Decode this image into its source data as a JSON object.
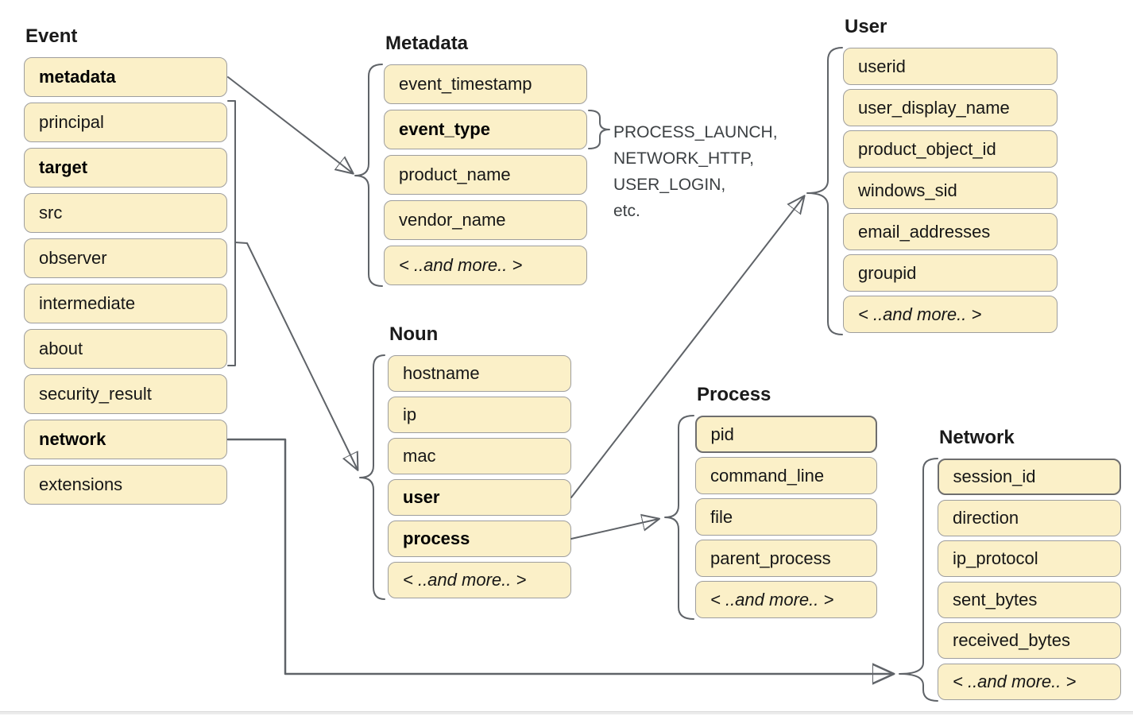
{
  "groups": {
    "event": {
      "title": "Event",
      "items": [
        {
          "label": "metadata",
          "bold": true
        },
        {
          "label": "principal"
        },
        {
          "label": "target",
          "bold": true
        },
        {
          "label": "src"
        },
        {
          "label": "observer"
        },
        {
          "label": "intermediate"
        },
        {
          "label": "about"
        },
        {
          "label": "security_result"
        },
        {
          "label": "network",
          "bold": true
        },
        {
          "label": "extensions"
        }
      ]
    },
    "metadata": {
      "title": "Metadata",
      "items": [
        {
          "label": "event_timestamp"
        },
        {
          "label": "event_type",
          "bold": true
        },
        {
          "label": "product_name"
        },
        {
          "label": "vendor_name"
        },
        {
          "label": "< ..and more.. >",
          "italic": true
        }
      ]
    },
    "noun": {
      "title": "Noun",
      "items": [
        {
          "label": "hostname"
        },
        {
          "label": "ip"
        },
        {
          "label": "mac"
        },
        {
          "label": "user",
          "bold": true
        },
        {
          "label": "process",
          "bold": true
        },
        {
          "label": "< ..and more.. >",
          "italic": true
        }
      ]
    },
    "user": {
      "title": "User",
      "items": [
        {
          "label": "userid"
        },
        {
          "label": "user_display_name"
        },
        {
          "label": "product_object_id"
        },
        {
          "label": "windows_sid"
        },
        {
          "label": "email_addresses"
        },
        {
          "label": "groupid"
        },
        {
          "label": "< ..and more.. >",
          "italic": true
        }
      ]
    },
    "process": {
      "title": "Process",
      "items": [
        {
          "label": "pid",
          "strong": true
        },
        {
          "label": "command_line"
        },
        {
          "label": "file"
        },
        {
          "label": "parent_process"
        },
        {
          "label": "< ..and more.. >",
          "italic": true
        }
      ]
    },
    "network": {
      "title": "Network",
      "items": [
        {
          "label": "session_id",
          "strong": true
        },
        {
          "label": "direction"
        },
        {
          "label": "ip_protocol"
        },
        {
          "label": "sent_bytes"
        },
        {
          "label": "received_bytes"
        },
        {
          "label": "< ..and more.. >",
          "italic": true
        }
      ]
    }
  },
  "annotation": {
    "lines": [
      "PROCESS_LAUNCH,",
      "NETWORK_HTTP,",
      "USER_LOGIN,",
      "etc."
    ]
  },
  "colors": {
    "box_fill": "#fbf0c8",
    "box_border": "#9e9e9e",
    "connector": "#5f6368",
    "divider": "#ececec",
    "title_text": "#1a1a1a",
    "label_text": "#161616"
  }
}
